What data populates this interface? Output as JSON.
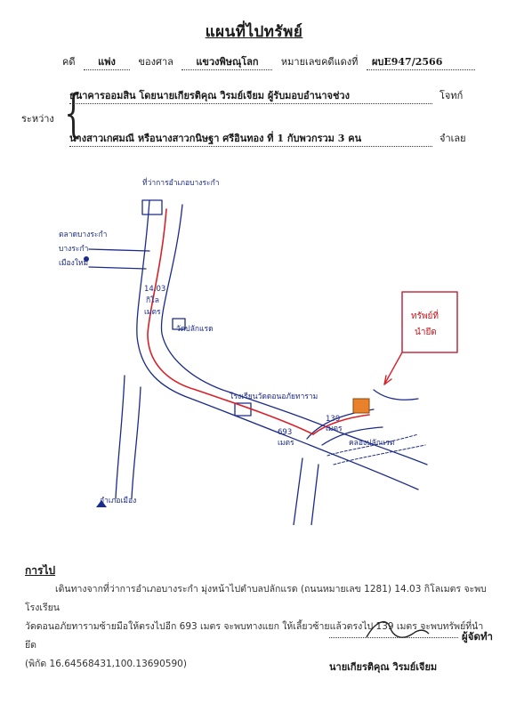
{
  "title": "แผนที่ไปทรัพย์",
  "case_header": {
    "case_label": "คดี",
    "case_type": "แพ่ง",
    "court_label": "ของศาล",
    "court_name": "แขวงพิษณุโลก",
    "red_no_label": "หมายเลขคดีแดงที่",
    "red_no": "ผบE947/2566"
  },
  "parties": {
    "between_label": "ระหว่าง",
    "plaintiff_name": "ธนาคารออมสิน โดยนายเกียรติคุณ  วิรมย์เจียม ผู้รับมอบอำนาจช่วง",
    "plaintiff_role": "โจทก์",
    "defendant_name": "นางสาวเกศมณี หรือนางสาวกนิษฐา  ศรีอินทอง  ที่ 1 กับพวกรวม 3 คน",
    "defendant_role": "จำเลย"
  },
  "map": {
    "labels": {
      "district_office": "ที่ว่าการอำเภอบางระกำ",
      "left_label_1": "ตลาดบางระกำ",
      "left_label_2": "บางระกำ",
      "left_label_3": "เมืองใหม่",
      "km_value": "14.03",
      "km_unit": "กิโล",
      "meter_unit_1": "เมตร",
      "school_1": "วัดปลักแรด",
      "school_2": "โรงเรียนวัดดอนอภัยทาราม",
      "dist_693": "693",
      "meter_unit_2": "เมตร",
      "dist_139": "139",
      "meter_unit_3": "เมตร",
      "canal": "คลองปลักแรด",
      "to_city": "อำเภอเมือง",
      "property_1": "ทรัพย์ที่",
      "property_2": "นำยึด"
    },
    "road_color": "#1c2b8a",
    "route_color": "#d7222a",
    "marker_color": "#e8812a"
  },
  "route": {
    "heading": "การไป",
    "text_line1": "เดินทางจากที่ว่าการอำเภอบางระกำ มุ่งหน้าไปตำบลปลักแรด (ถนนหมายเลข 1281) 14.03 กิโลเมตร จะพบโรงเรียน",
    "text_line2": "วัดดอนอภัยทารามซ้ายมือให้ตรงไปอีก 693 เมตร จะพบทางแยก ให้เลี้ยวซ้ายแล้วตรงไป 139 เมตร   จะพบทรัพย์ที่นำยึด",
    "text_line3": "(พิกัด 16.64568431,100.13690590)"
  },
  "signature": {
    "role": "ผู้จัดทำ",
    "name": "นายเกียรติคุณ  วิรมย์เจียม"
  }
}
